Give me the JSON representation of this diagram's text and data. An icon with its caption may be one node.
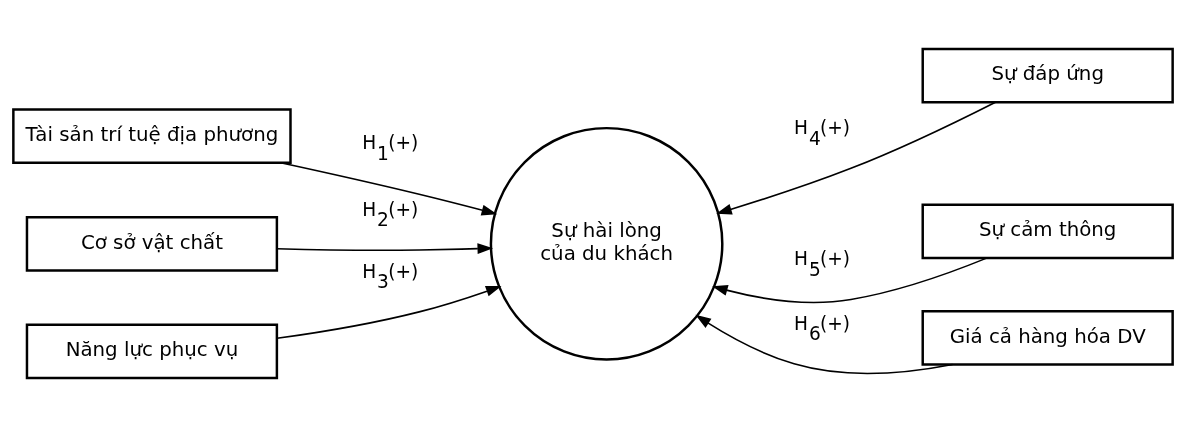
{
  "diagram": {
    "nodes": [
      {
        "text": [
          "Tài sản trí tuệ địa phương"
        ]
      },
      {
        "text": [
          "Sự đáp ứng"
        ]
      },
      {
        "text": [
          "Cơ sở vật chất"
        ]
      },
      {
        "text": [
          "Sự hài lòng của du khách"
        ]
      },
      {
        "text": [
          "Sự cảm thông"
        ]
      },
      {
        "text": [
          "Năng lực phục vụ"
        ]
      },
      {
        "text": [
          "Giá cả hàng hóa DV"
        ]
      }
    ],
    "edges": [
      {
        "from": 0,
        "to": 3,
        "arrow": "to",
        "label": "H$_{1}$(+)"
      },
      {
        "from": 2,
        "to": 3,
        "arrow": "to",
        "label": "H$_{2}$(+)"
      },
      {
        "from": 5,
        "to": 3,
        "arrow": "to",
        "label": "H$_{3}$(+)"
      },
      {
        "from": 1,
        "to": 3,
        "arrow": "to",
        "label": "H$_{4}$(+)"
      },
      {
        "from": 4,
        "to": 3,
        "arrow": "to",
        "label": "H$_{5}$(+)"
      },
      {
        "from": 6,
        "to": 3,
        "arrow": "to",
        "label": "H$_{6}$(+)"
      }
    ]
  }
}
